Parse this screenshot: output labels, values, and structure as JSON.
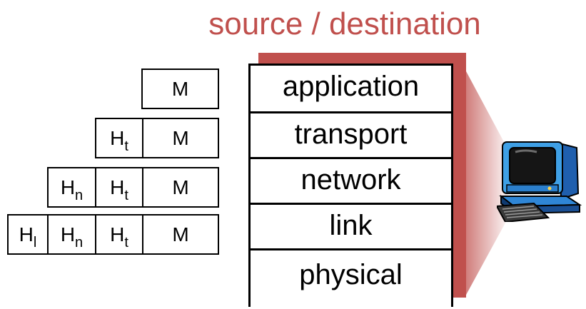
{
  "title": "source / destination",
  "colors": {
    "accent": "#c0504d",
    "shadow": "#c0504d",
    "border": "#000000",
    "text": "#000000"
  },
  "layers": [
    {
      "label": "application"
    },
    {
      "label": "transport"
    },
    {
      "label": "network"
    },
    {
      "label": "link"
    },
    {
      "label": "physical"
    }
  ],
  "packets": [
    {
      "fields": [
        {
          "letter": "M",
          "sub": ""
        }
      ]
    },
    {
      "fields": [
        {
          "letter": "H",
          "sub": "t"
        },
        {
          "letter": "M",
          "sub": ""
        }
      ]
    },
    {
      "fields": [
        {
          "letter": "H",
          "sub": "n"
        },
        {
          "letter": "H",
          "sub": "t"
        },
        {
          "letter": "M",
          "sub": ""
        }
      ]
    },
    {
      "fields": [
        {
          "letter": "H",
          "sub": "l"
        },
        {
          "letter": "H",
          "sub": "n"
        },
        {
          "letter": "H",
          "sub": "t"
        },
        {
          "letter": "M",
          "sub": ""
        }
      ]
    }
  ],
  "icons": {
    "host": "desktop-computer-icon"
  }
}
